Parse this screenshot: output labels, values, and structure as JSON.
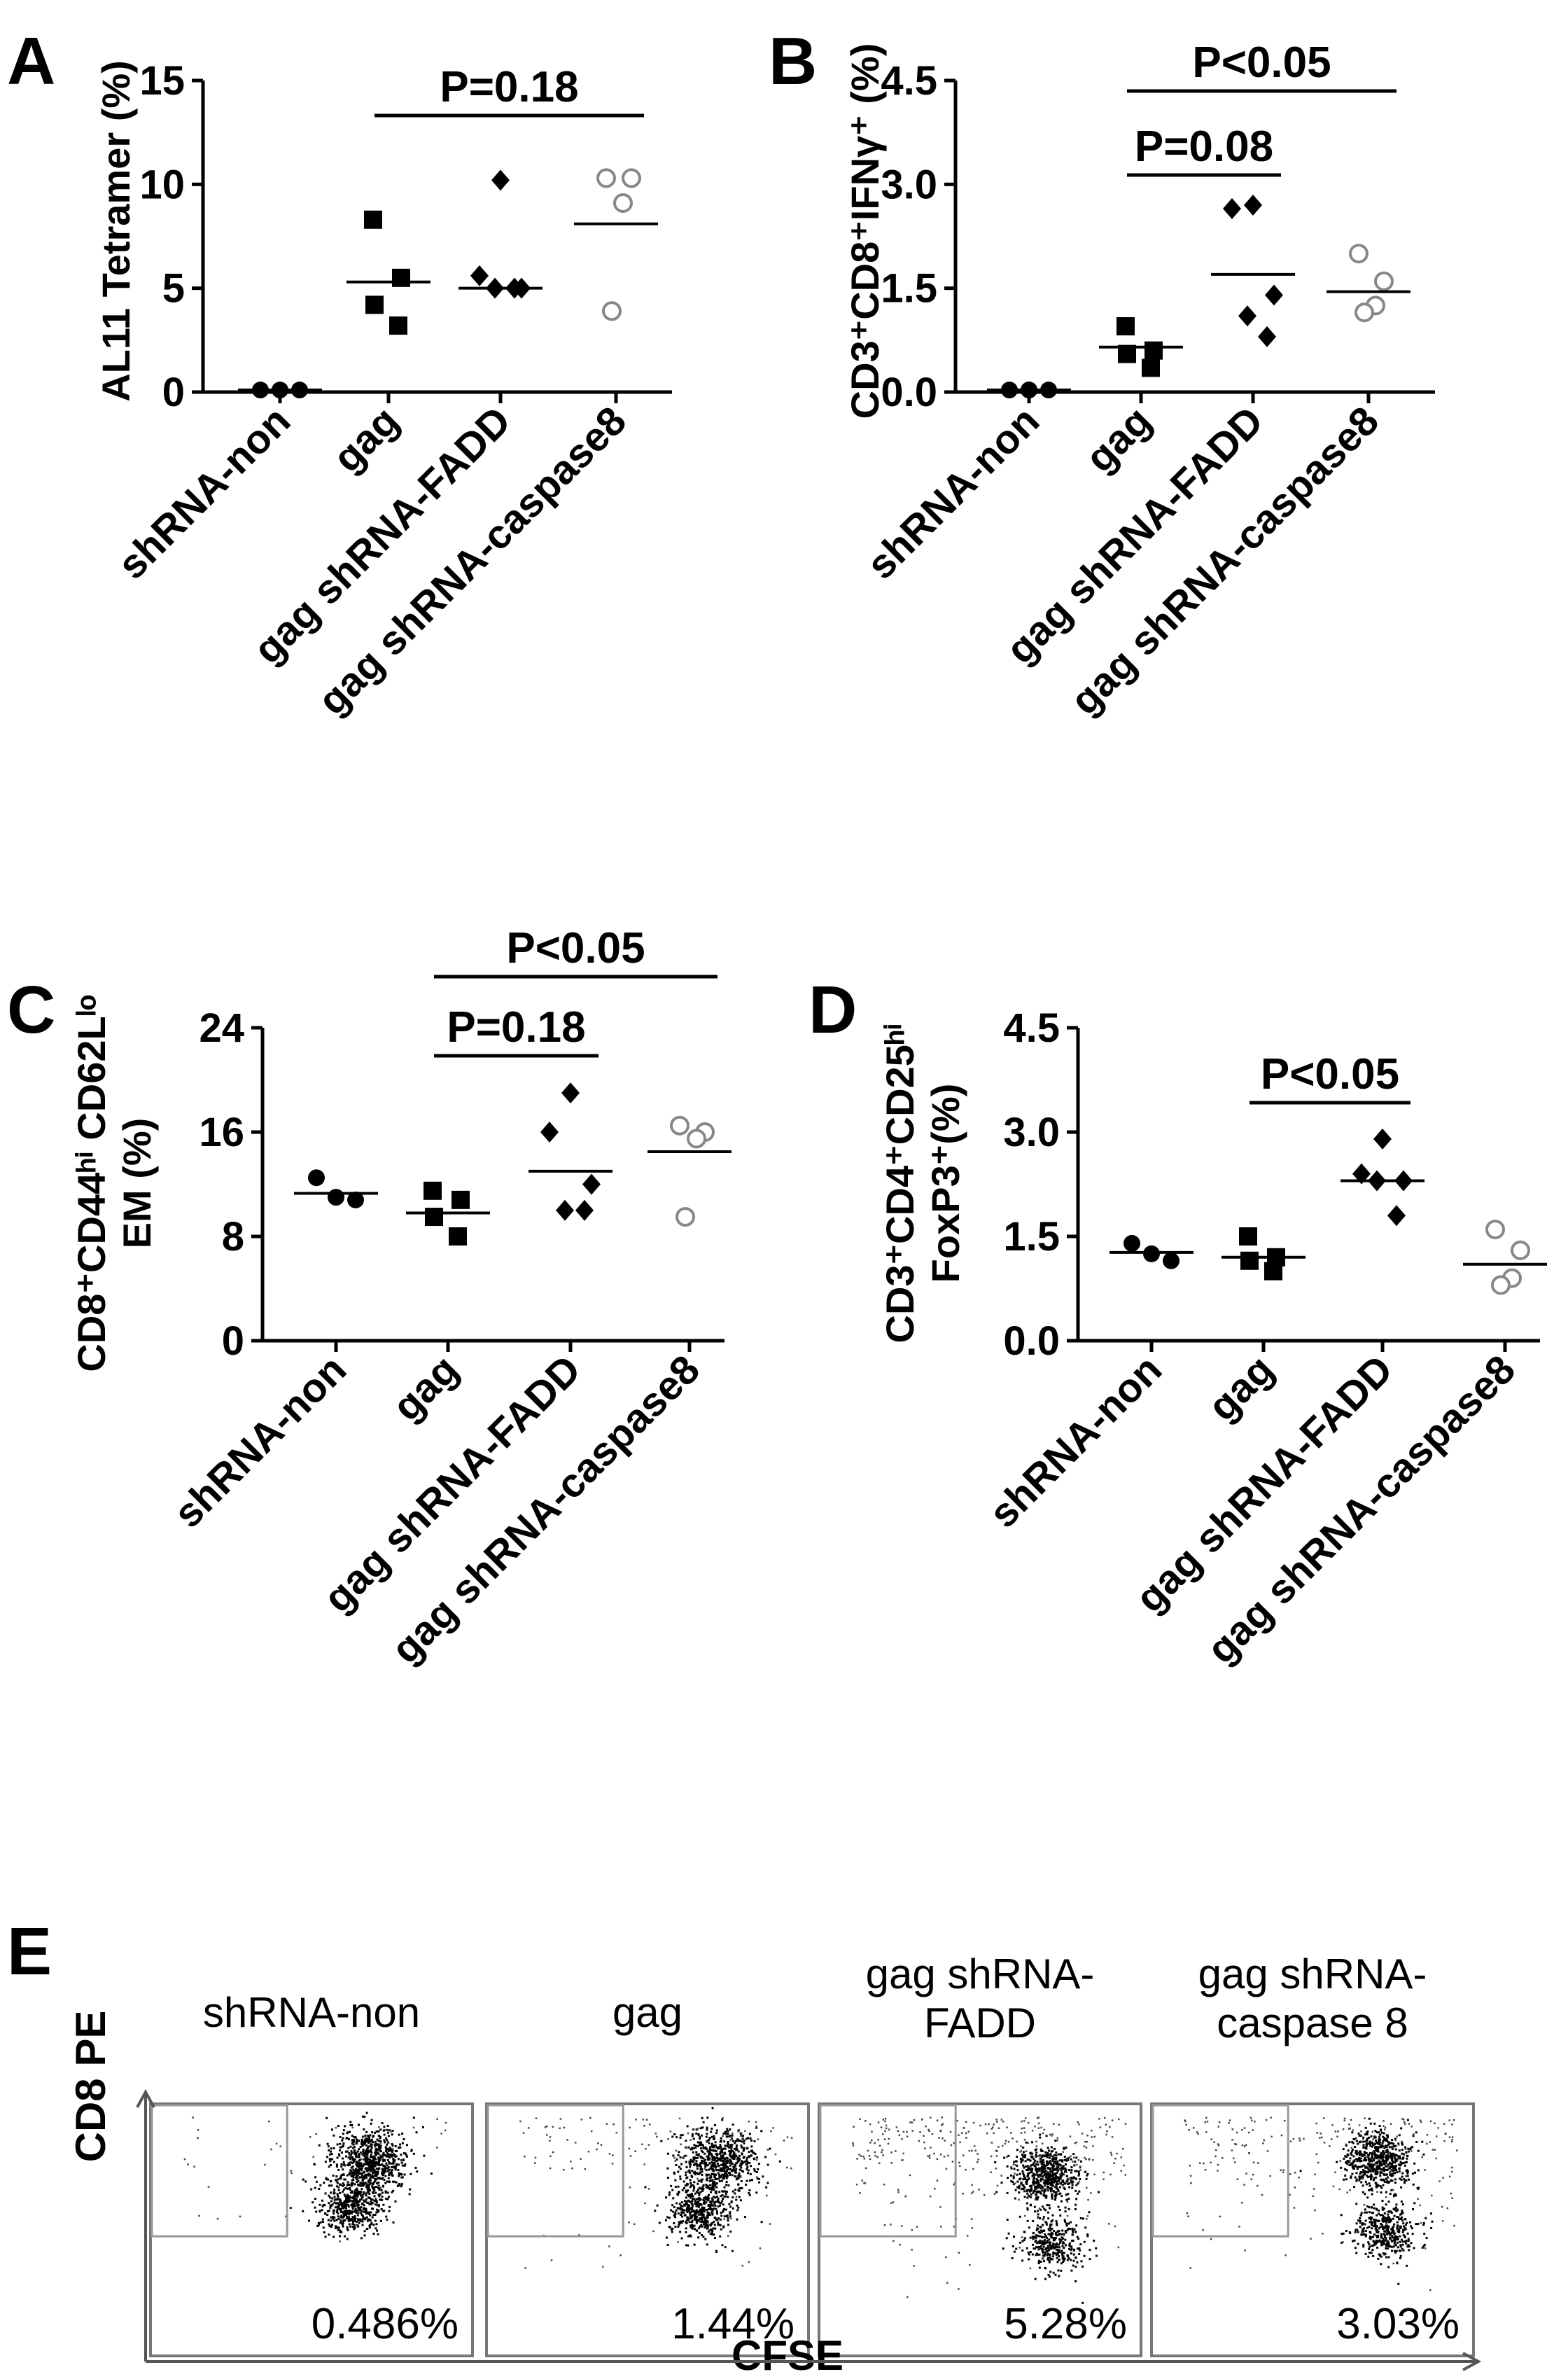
{
  "chart_data": [
    {
      "panel": "A",
      "type": "scatter",
      "categories": [
        "shRNA-non",
        "gag",
        "gag shRNA-FADD",
        "gag shRNA-caspase8"
      ],
      "ylabel": "AL11 Tetramer (%)",
      "ylim": [
        0,
        15
      ],
      "yticks": [
        "0",
        "5",
        "10",
        "15"
      ],
      "markers": [
        "circle-filled",
        "square-filled",
        "diamond-filled",
        "circle-open"
      ],
      "series": [
        {
          "category": "shRNA-non",
          "values": [
            0.1,
            0.1,
            0.1
          ],
          "mean": 0.1
        },
        {
          "category": "gag",
          "values": [
            8.3,
            5.5,
            4.2,
            3.2
          ],
          "mean": 5.3
        },
        {
          "category": "gag shRNA-FADD",
          "values": [
            10.2,
            5.6,
            5.0,
            5.0,
            5.0
          ],
          "mean": 5.0
        },
        {
          "category": "gag shRNA-caspase8",
          "values": [
            10.3,
            10.3,
            9.1,
            3.9
          ],
          "mean": 8.1
        }
      ],
      "pvalues": [
        {
          "text": "P=0.18",
          "from": 1,
          "to": 3
        }
      ]
    },
    {
      "panel": "B",
      "type": "scatter",
      "categories": [
        "shRNA-non",
        "gag",
        "gag shRNA-FADD",
        "gag shRNA-caspase8"
      ],
      "ylabel": "CD3⁺CD8⁺IFNγ⁺ (%)",
      "ylim": [
        0,
        4.5
      ],
      "yticks": [
        "0.0",
        "1.5",
        "3.0",
        "4.5"
      ],
      "markers": [
        "circle-filled",
        "square-filled",
        "diamond-filled",
        "circle-open"
      ],
      "series": [
        {
          "category": "shRNA-non",
          "values": [
            0.03,
            0.03,
            0.03,
            0.03
          ],
          "mean": 0.03
        },
        {
          "category": "gag",
          "values": [
            0.95,
            0.6,
            0.55,
            0.35
          ],
          "mean": 0.65
        },
        {
          "category": "gag shRNA-FADD",
          "values": [
            2.7,
            2.65,
            1.4,
            1.1,
            0.8
          ],
          "mean": 1.7
        },
        {
          "category": "gag shRNA-caspase8",
          "values": [
            2.0,
            1.6,
            1.25,
            1.15
          ],
          "mean": 1.45
        }
      ],
      "pvalues": [
        {
          "text": "P=0.08",
          "from": 1,
          "to": 2
        },
        {
          "text": "P<0.05",
          "from": 1,
          "to": 3
        }
      ]
    },
    {
      "panel": "C",
      "type": "scatter",
      "categories": [
        "shRNA-non",
        "gag",
        "gag shRNA-FADD",
        "gag shRNA-caspase8"
      ],
      "ylabel_line1": "CD8⁺CD44ʰⁱ CD62Lˡᵒ",
      "ylabel_line2": "EM (%)",
      "ylim": [
        0,
        24
      ],
      "yticks": [
        "0",
        "8",
        "16",
        "24"
      ],
      "markers": [
        "circle-filled",
        "square-filled",
        "diamond-filled",
        "circle-open"
      ],
      "series": [
        {
          "category": "shRNA-non",
          "values": [
            12.5,
            11.0,
            10.8
          ],
          "mean": 11.3
        },
        {
          "category": "gag",
          "values": [
            11.5,
            10.8,
            9.5,
            8.0
          ],
          "mean": 9.8
        },
        {
          "category": "gag shRNA-FADD",
          "values": [
            19.0,
            16.0,
            12.0,
            10.0,
            10.0
          ],
          "mean": 13.0
        },
        {
          "category": "gag shRNA-caspase8",
          "values": [
            16.5,
            16.0,
            15.5,
            9.5
          ],
          "mean": 14.5
        }
      ],
      "pvalues": [
        {
          "text": "P=0.18",
          "from": 1,
          "to": 2
        },
        {
          "text": "P<0.05",
          "from": 1,
          "to": 3
        }
      ]
    },
    {
      "panel": "D",
      "type": "scatter",
      "categories": [
        "shRNA-non",
        "gag",
        "gag shRNA-FADD",
        "gag shRNA-caspase8"
      ],
      "ylabel_line1": "CD3⁺CD4⁺CD25ʰⁱ",
      "ylabel_line2": "FoxP3⁺(%)",
      "ylim": [
        0,
        4.5
      ],
      "yticks": [
        "0.0",
        "1.5",
        "3.0",
        "4.5"
      ],
      "markers": [
        "circle-filled",
        "square-filled",
        "diamond-filled",
        "circle-open"
      ],
      "series": [
        {
          "category": "shRNA-non",
          "values": [
            1.4,
            1.25,
            1.15
          ],
          "mean": 1.27
        },
        {
          "category": "gag",
          "values": [
            1.5,
            1.2,
            1.15,
            1.0
          ],
          "mean": 1.2
        },
        {
          "category": "gag shRNA-FADD",
          "values": [
            2.9,
            2.4,
            2.3,
            2.3,
            1.8
          ],
          "mean": 2.3
        },
        {
          "category": "gag shRNA-caspase8",
          "values": [
            1.6,
            1.3,
            0.9,
            0.8
          ],
          "mean": 1.1
        }
      ],
      "pvalues": [
        {
          "text": "P<0.05",
          "from": 1,
          "to": 2
        }
      ]
    },
    {
      "panel": "E",
      "type": "scatter",
      "subtype": "flow-cytometry-dot-plots",
      "xlabel": "CFSE",
      "ylabel": "CD8 PE",
      "plots": [
        {
          "title_line1": "shRNA-non",
          "title_line2": "",
          "gate_percent": "0.486%"
        },
        {
          "title_line1": "gag",
          "title_line2": "",
          "gate_percent": "1.44%"
        },
        {
          "title_line1": "gag shRNA-",
          "title_line2": "FADD",
          "gate_percent": "5.28%"
        },
        {
          "title_line1": "gag shRNA-",
          "title_line2": "caspase 8",
          "gate_percent": "3.03%"
        }
      ]
    }
  ],
  "colors": {
    "ink": "#000000",
    "open_marker": "#888888",
    "gate": "#999999",
    "flow_box": "#777777"
  }
}
